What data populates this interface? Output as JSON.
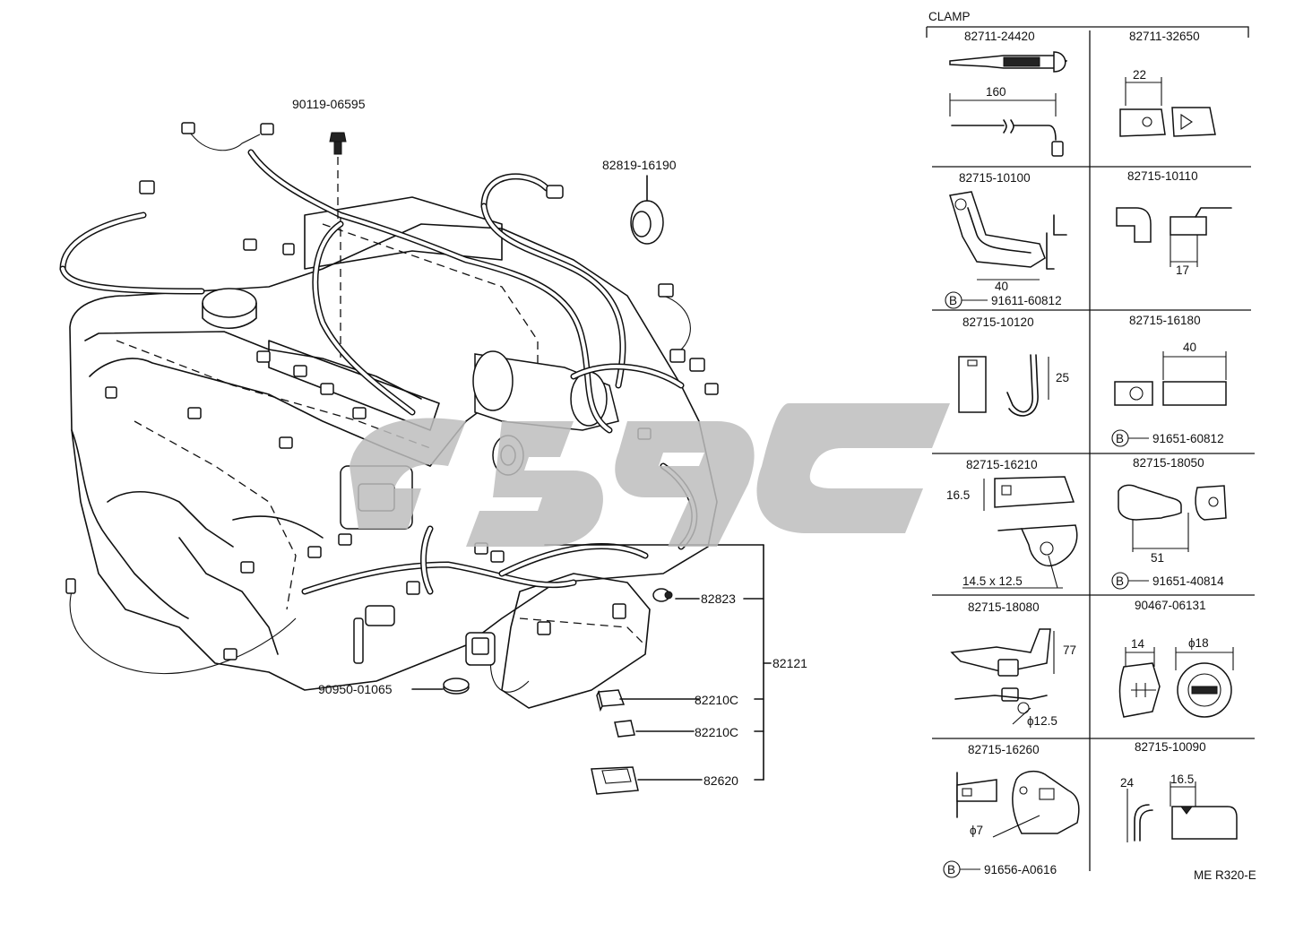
{
  "main_labels": {
    "bolt": "90119-06595",
    "grommet_top": "82819-16190",
    "clip_82823": "82823",
    "harness": "82121",
    "grommet_bottom": "90950-01065",
    "cover_1": "82210C",
    "cover_2": "82210C",
    "cover_3": "82620"
  },
  "clamp_table": {
    "header": "CLAMP",
    "cells": [
      {
        "part": "82711-24420",
        "dims": [
          "160"
        ],
        "bolt": ""
      },
      {
        "part": "82711-32650",
        "dims": [
          "22"
        ],
        "bolt": ""
      },
      {
        "part": "82715-10100",
        "dims": [
          "40"
        ],
        "bolt": "91611-60812"
      },
      {
        "part": "82715-10110",
        "dims": [
          "17"
        ],
        "bolt": ""
      },
      {
        "part": "82715-10120",
        "dims": [
          "25"
        ],
        "bolt": ""
      },
      {
        "part": "82715-16180",
        "dims": [
          "40"
        ],
        "bolt": "91651-60812"
      },
      {
        "part": "82715-16210",
        "dims": [
          "16.5",
          "14.5 x 12.5"
        ],
        "bolt": ""
      },
      {
        "part": "82715-18050",
        "dims": [
          "51"
        ],
        "bolt": "91651-40814"
      },
      {
        "part": "82715-18080",
        "dims": [
          "77",
          "ϕ12.5"
        ],
        "bolt": ""
      },
      {
        "part": "90467-06131",
        "dims": [
          "14",
          "ϕ18"
        ],
        "bolt": ""
      },
      {
        "part": "82715-16260",
        "dims": [
          "ϕ7"
        ],
        "bolt": "91656-A0616"
      },
      {
        "part": "82715-10090",
        "dims": [
          "24",
          "16.5"
        ],
        "bolt": ""
      }
    ],
    "bolt_marker": "B"
  },
  "figure_code": "ME R320-E",
  "watermark_color": "#bdbdbd"
}
